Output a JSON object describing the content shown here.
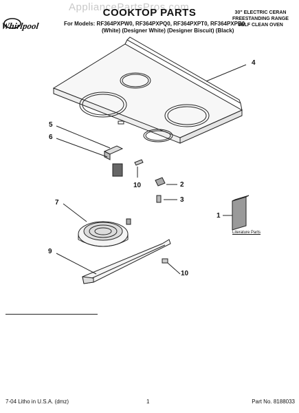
{
  "watermark": "AppliancePartsPros.com",
  "brand": "Whirlpool",
  "title": "COOKTOP PARTS",
  "models_line": "For Models: RF364PXPW0, RF364PXPQ0, RF364PXPT0, RF364PXPB0",
  "colors_line": "(White)    (Designer White) (Designer Biscuit) (Black)",
  "range_desc": [
    "30\" ELECTRIC CERAN",
    "FREESTANDING RANGE",
    "SELF CLEAN OVEN"
  ],
  "callouts": {
    "c4": "4",
    "c5": "5",
    "c6": "6",
    "c10a": "10",
    "c2": "2",
    "c3": "3",
    "c1": "1",
    "c7": "7",
    "c9": "9",
    "c10b": "10"
  },
  "literature_label": "Literature Parts",
  "footer": {
    "left": "7-04 Litho in U.S.A. (dmz)",
    "page": "1",
    "part_no": "Part No. 8188033"
  },
  "colors": {
    "line": "#222222",
    "fill_light": "#f4f4f4",
    "fill_gray": "#9a9a9a",
    "watermark": "#c9c9c9"
  }
}
